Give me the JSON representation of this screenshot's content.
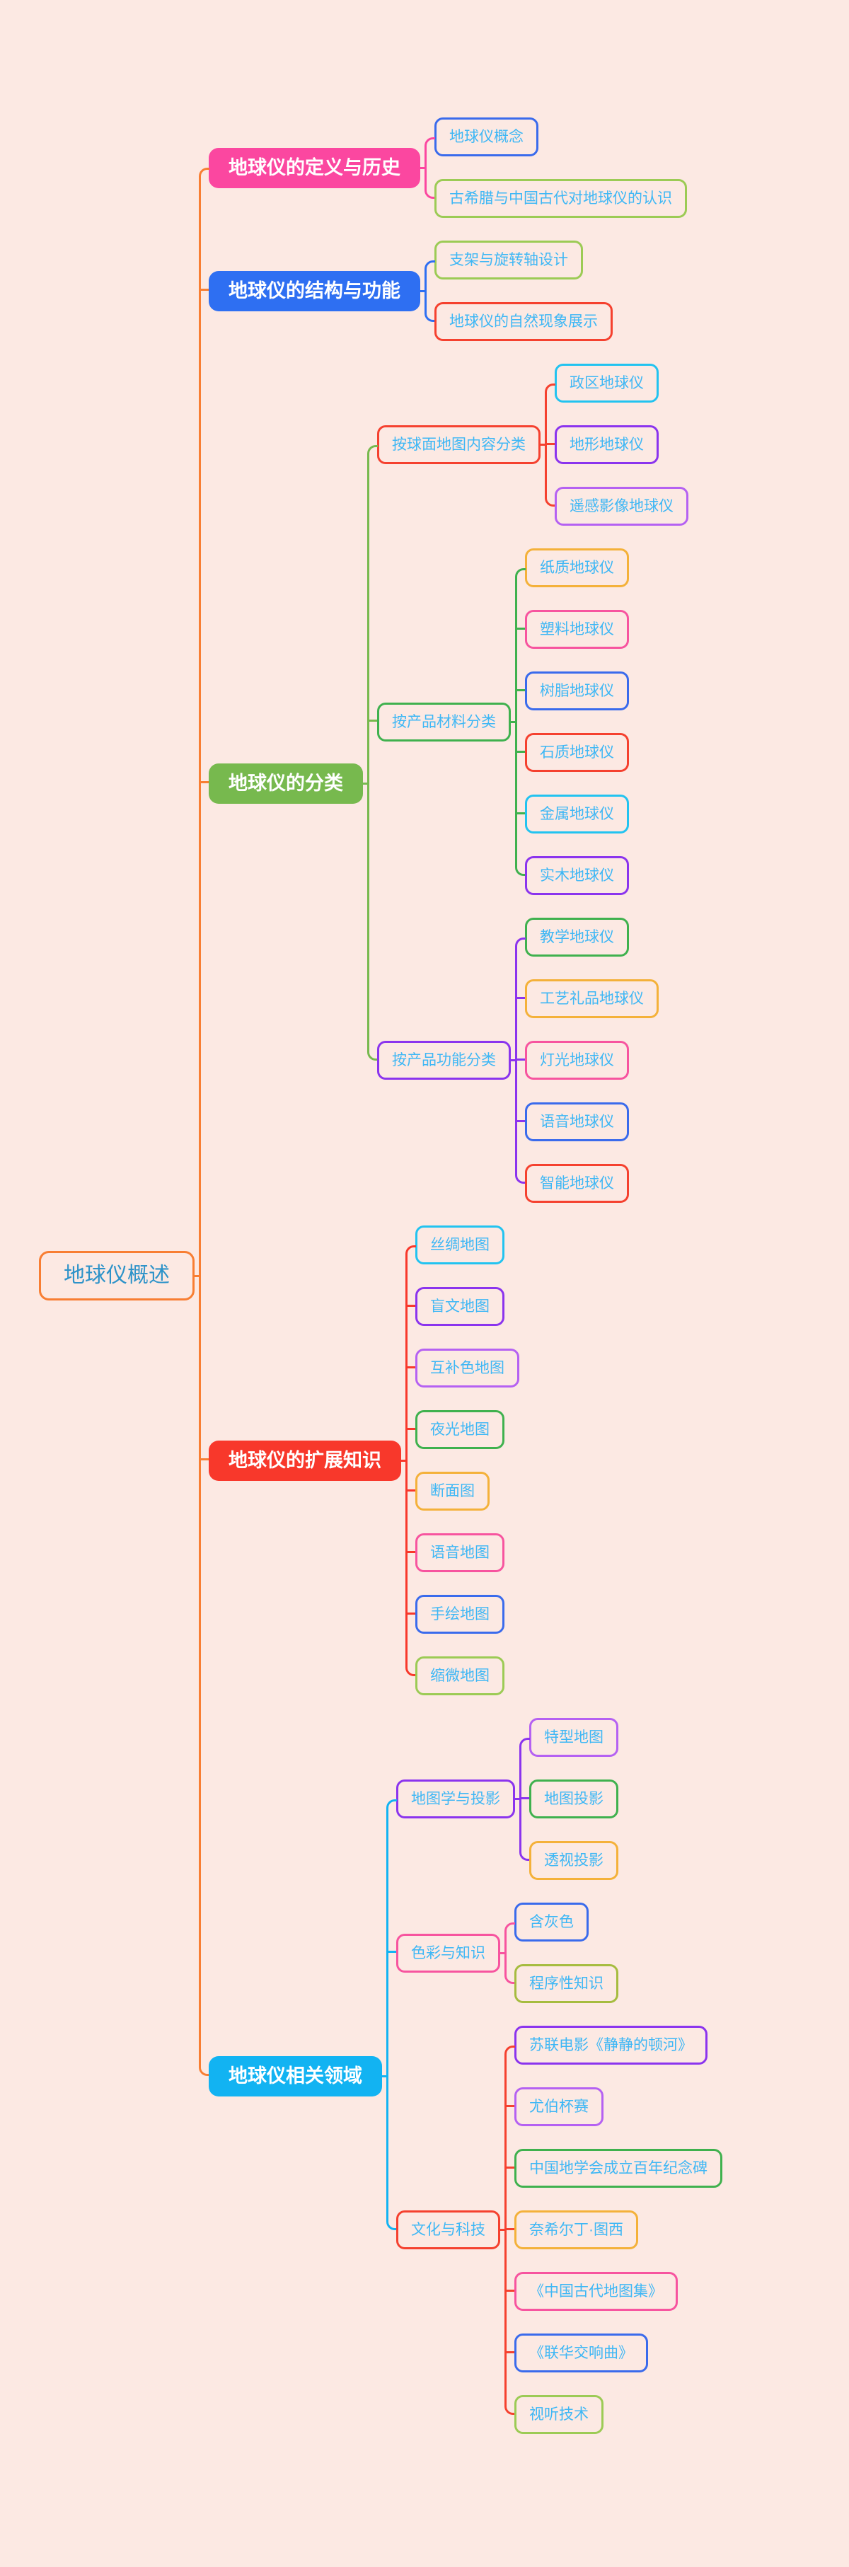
{
  "background_color": "#fce9e3",
  "palette": {
    "spine_orange": "#f87e33",
    "root_text": "#2e93c9",
    "topic_text": "#3eb7f5",
    "branch_text": "#ffffff",
    "fill_pink": "#fb47a0",
    "fill_blue": "#2e6ff2",
    "fill_green": "#77b94e",
    "fill_red": "#f8382b",
    "fill_cyan": "#12b3f2",
    "border_blue": "#3a6bec",
    "border_green": "#3fb14e",
    "border_lightgreen": "#9ccb55",
    "border_olive": "#a6bc3f",
    "border_red": "#f5412f",
    "border_cyan": "#22c3f0",
    "border_purple": "#8b34ee",
    "border_violet": "#b561f2",
    "border_amber": "#f4b13a",
    "border_pink": "#f7549f"
  },
  "root": {
    "label": "地球仪概述",
    "border": "orange"
  },
  "branches": [
    {
      "label": "地球仪的定义与历史",
      "fill": "pink",
      "children": [
        {
          "label": "地球仪概念",
          "border": "blue"
        },
        {
          "label": "古希腊与中国古代对地球仪的认识",
          "border": "lightgreen"
        }
      ]
    },
    {
      "label": "地球仪的结构与功能",
      "fill": "blue",
      "children": [
        {
          "label": "支架与旋转轴设计",
          "border": "lightgreen"
        },
        {
          "label": "地球仪的自然现象展示",
          "border": "red"
        }
      ]
    },
    {
      "label": "地球仪的分类",
      "fill": "green",
      "children": [
        {
          "label": "按球面地图内容分类",
          "border": "red",
          "children": [
            {
              "label": "政区地球仪",
              "border": "cyan"
            },
            {
              "label": "地形地球仪",
              "border": "purple"
            },
            {
              "label": "遥感影像地球仪",
              "border": "violet"
            }
          ]
        },
        {
          "label": "按产品材料分类",
          "border": "green",
          "children": [
            {
              "label": "纸质地球仪",
              "border": "amber"
            },
            {
              "label": "塑料地球仪",
              "border": "pink"
            },
            {
              "label": "树脂地球仪",
              "border": "blue"
            },
            {
              "label": "石质地球仪",
              "border": "red"
            },
            {
              "label": "金属地球仪",
              "border": "cyan"
            },
            {
              "label": "实木地球仪",
              "border": "purple"
            }
          ]
        },
        {
          "label": "按产品功能分类",
          "border": "purple",
          "children": [
            {
              "label": "教学地球仪",
              "border": "green"
            },
            {
              "label": "工艺礼品地球仪",
              "border": "amber"
            },
            {
              "label": "灯光地球仪",
              "border": "pink"
            },
            {
              "label": "语音地球仪",
              "border": "blue"
            },
            {
              "label": "智能地球仪",
              "border": "red"
            }
          ]
        }
      ]
    },
    {
      "label": "地球仪的扩展知识",
      "fill": "red",
      "children": [
        {
          "label": "丝绸地图",
          "border": "cyan"
        },
        {
          "label": "盲文地图",
          "border": "purple"
        },
        {
          "label": "互补色地图",
          "border": "violet"
        },
        {
          "label": "夜光地图",
          "border": "green"
        },
        {
          "label": "断面图",
          "border": "amber"
        },
        {
          "label": "语音地图",
          "border": "pink"
        },
        {
          "label": "手绘地图",
          "border": "blue"
        },
        {
          "label": "缩微地图",
          "border": "lightgreen"
        }
      ]
    },
    {
      "label": "地球仪相关领域",
      "fill": "cyan",
      "children": [
        {
          "label": "地图学与投影",
          "border": "purple",
          "children": [
            {
              "label": "特型地图",
              "border": "violet"
            },
            {
              "label": "地图投影",
              "border": "green"
            },
            {
              "label": "透视投影",
              "border": "amber"
            }
          ]
        },
        {
          "label": "色彩与知识",
          "border": "pink",
          "children": [
            {
              "label": "含灰色",
              "border": "blue"
            },
            {
              "label": "程序性知识",
              "border": "olive"
            }
          ]
        },
        {
          "label": "文化与科技",
          "border": "red",
          "children": [
            {
              "label": "苏联电影《静静的顿河》",
              "border": "purple"
            },
            {
              "label": "尤伯杯赛",
              "border": "violet"
            },
            {
              "label": "中国地学会成立百年纪念碑",
              "border": "green"
            },
            {
              "label": "奈希尔丁·图西",
              "border": "amber"
            },
            {
              "label": "《中国古代地图集》",
              "border": "pink"
            },
            {
              "label": "《联华交响曲》",
              "border": "blue"
            },
            {
              "label": "视听技术",
              "border": "lightgreen"
            }
          ]
        }
      ]
    }
  ]
}
